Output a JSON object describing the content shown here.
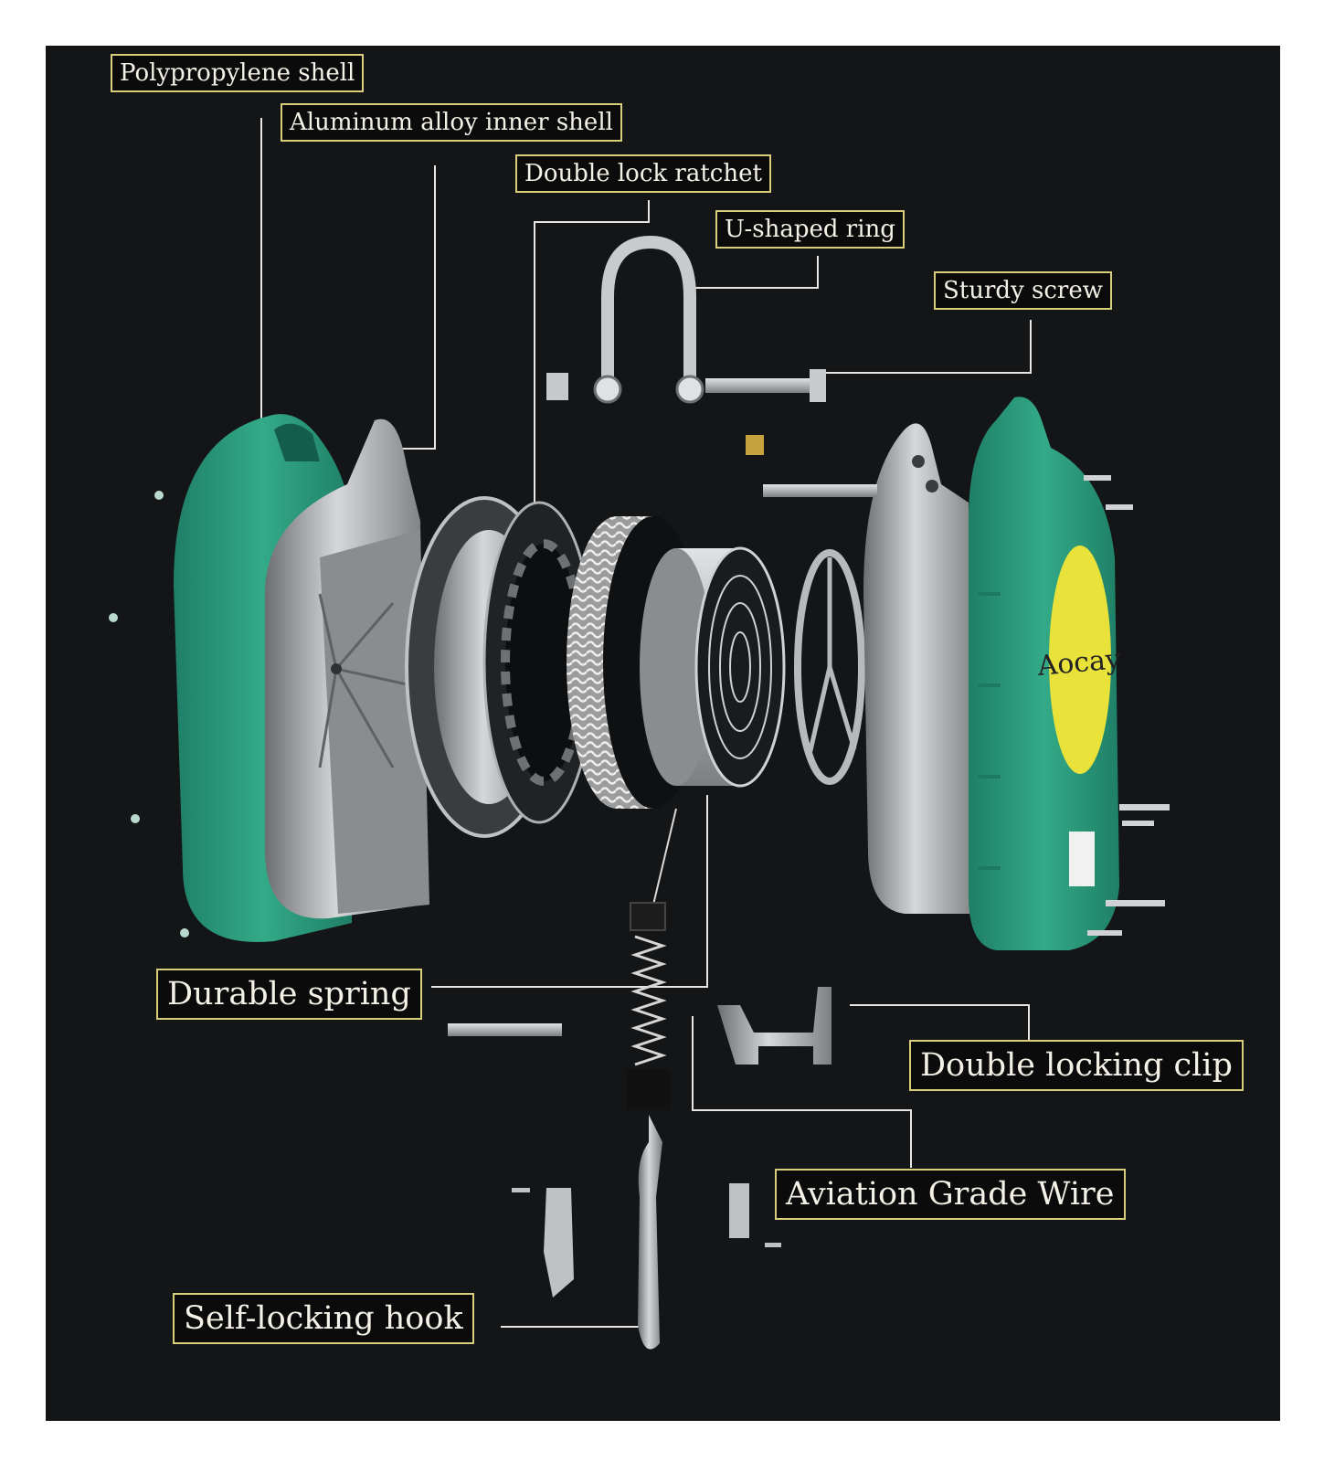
{
  "labels": {
    "polypropylene_shell": "Polypropylene shell",
    "aluminum_inner_shell": "Aluminum alloy inner shell",
    "double_lock_ratchet": "Double lock ratchet",
    "u_shaped_ring": "U-shaped ring",
    "sturdy_screw": "Sturdy screw",
    "durable_spring": "Durable spring",
    "double_locking_clip": "Double locking clip",
    "aviation_grade_wire": "Aviation Grade Wire",
    "self_locking_hook": "Self-locking hook"
  },
  "brand": {
    "name": "Aocay"
  },
  "colors": {
    "background": "#141517",
    "shell_green": "#2a9a7c",
    "label_border": "#d9cf7a",
    "label_text": "#f4f1e6",
    "brand_yellow": "#e8e23a",
    "leader_line": "#e6e6e6"
  }
}
